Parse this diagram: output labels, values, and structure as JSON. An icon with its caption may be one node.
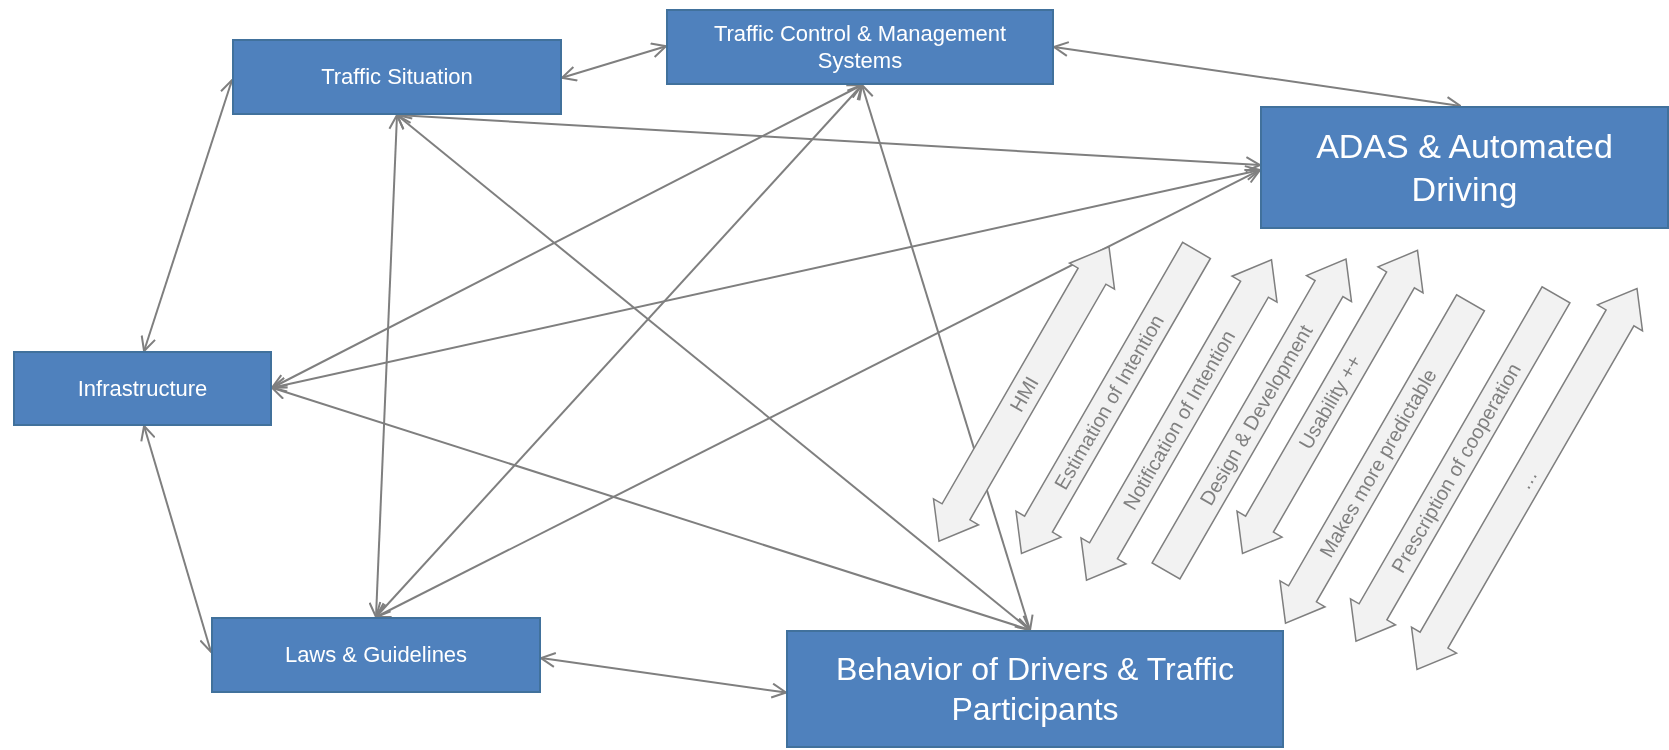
{
  "diagram": {
    "nodes": [
      {
        "text": [
          "Traffic Situation"
        ]
      },
      {
        "text": [
          "Traffic Control & Management Systems"
        ]
      },
      {
        "text": [
          "ADAS & Automated Driving"
        ]
      },
      {
        "text": [
          "Infrastructure"
        ]
      },
      {
        "text": [
          "Laws & Guidelines"
        ]
      },
      {
        "text": [
          "Behavior of Drivers & Traffic Participants"
        ]
      }
    ],
    "edges": [
      {
        "from": 0,
        "to": 1,
        "arrow": "both"
      },
      {
        "from": 1,
        "to": 2,
        "arrow": "both"
      },
      {
        "from": 0,
        "to": 2,
        "arrow": "both"
      },
      {
        "from": 0,
        "to": 3,
        "arrow": "both"
      },
      {
        "from": 3,
        "to": 4,
        "arrow": "both"
      },
      {
        "from": 4,
        "to": 5,
        "arrow": "both"
      },
      {
        "from": 0,
        "to": 4,
        "arrow": "both"
      },
      {
        "from": 0,
        "to": 5,
        "arrow": "both"
      },
      {
        "from": 1,
        "to": 3,
        "arrow": "both"
      },
      {
        "from": 1,
        "to": 4,
        "arrow": "both"
      },
      {
        "from": 1,
        "to": 5,
        "arrow": "both"
      },
      {
        "from": 2,
        "to": 3,
        "arrow": "both"
      },
      {
        "from": 2,
        "to": 4,
        "arrow": "both"
      },
      {
        "from": 3,
        "to": 5,
        "arrow": "both"
      },
      {
        "from": 5,
        "to": 2,
        "arrow": "both",
        "label": "HMI",
        "style": "thick"
      },
      {
        "from": 2,
        "to": 5,
        "arrow": "to",
        "label": "Estimation of Intention",
        "style": "thick"
      },
      {
        "from": 5,
        "to": 2,
        "arrow": "both",
        "label": "Notification of Intention",
        "style": "thick"
      },
      {
        "from": 5,
        "to": 2,
        "arrow": "to",
        "label": "Design & Development",
        "style": "thick"
      },
      {
        "from": 5,
        "to": 2,
        "arrow": "both",
        "label": "Usability ++",
        "style": "thick"
      },
      {
        "from": 2,
        "to": 5,
        "arrow": "to",
        "label": "Makes more predictable",
        "style": "thick"
      },
      {
        "from": 2,
        "to": 5,
        "arrow": "to",
        "label": "Prescription of cooperation",
        "style": "thick"
      },
      {
        "from": 5,
        "to": 2,
        "arrow": "both",
        "label": "…",
        "style": "thick"
      }
    ]
  }
}
